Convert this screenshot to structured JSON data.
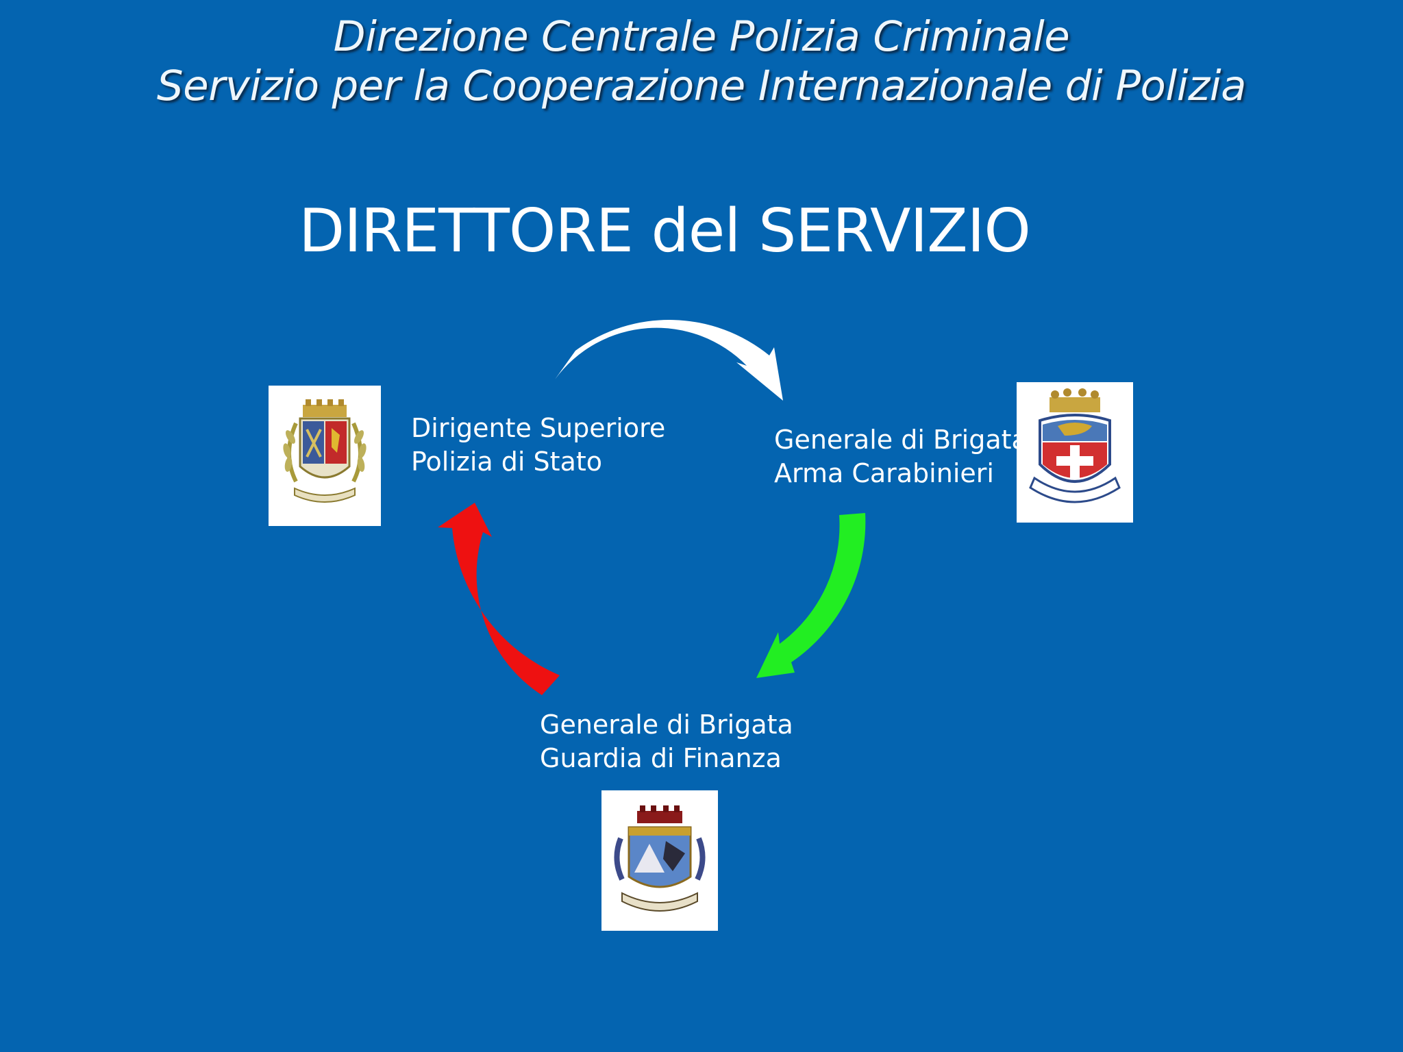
{
  "header": {
    "line1": "Direzione Centrale Polizia Criminale",
    "line2": "Servizio per la Cooperazione Internazionale di Polizia"
  },
  "title": "DIRETTORE del SERVIZIO",
  "nodes": {
    "polizia": {
      "line1": "Dirigente Superiore",
      "line2": "Polizia di Stato",
      "emblem_icon": "polizia-di-stato-crest"
    },
    "carabinieri": {
      "line1": "Generale di Brigata",
      "line2": "Arma Carabinieri",
      "emblem_icon": "carabinieri-crest"
    },
    "finanza": {
      "line1": "Generale di Brigata",
      "line2": "Guardia di Finanza",
      "emblem_icon": "guardia-di-finanza-crest"
    }
  },
  "cycle_arrows": [
    {
      "from": "polizia",
      "to": "carabinieri",
      "color": "#ffffff"
    },
    {
      "from": "carabinieri",
      "to": "finanza",
      "color": "#22ee22"
    },
    {
      "from": "finanza",
      "to": "polizia",
      "color": "#ee1111"
    }
  ],
  "colors": {
    "background": "#0464b0",
    "text": "#ffffff"
  }
}
